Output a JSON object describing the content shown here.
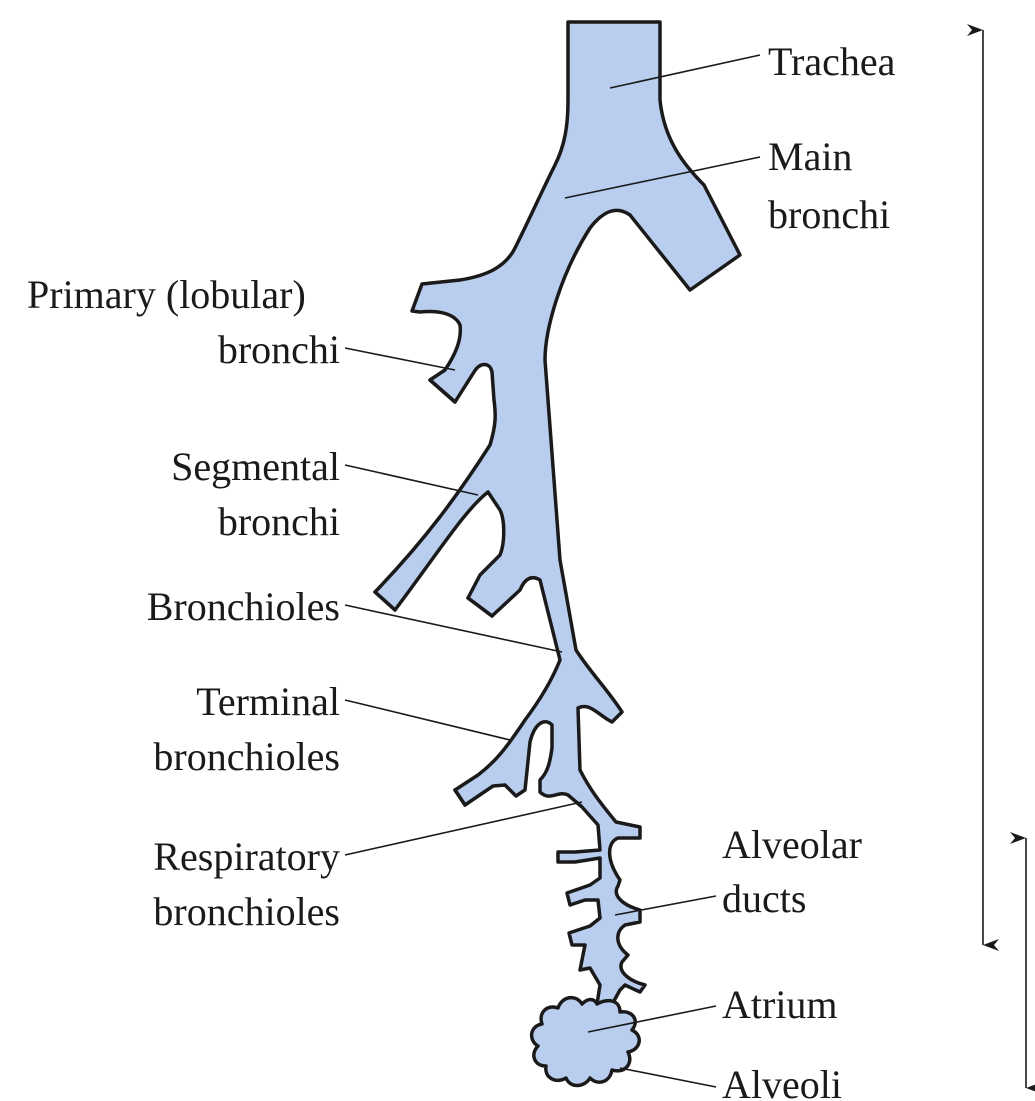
{
  "labels": {
    "trachea": "Trachea",
    "main_bronchi": [
      "Main",
      "bronchi"
    ],
    "primary_bronchi": [
      "Primary (lobular)",
      "bronchi"
    ],
    "segmental_bronchi": [
      "Segmental",
      "bronchi"
    ],
    "bronchioles": "Bronchioles",
    "terminal_bronchioles": [
      "Terminal",
      "bronchioles"
    ],
    "respiratory_bronchioles": [
      "Respiratory",
      "bronchioles"
    ],
    "alveolar_ducts": [
      "Alveolar",
      "ducts"
    ],
    "atrium": "Atrium",
    "alveoli": "Alveoli"
  },
  "colors": {
    "airway_fill": "#b9cdee",
    "outline": "#1a1a1a",
    "background": "#ffffff"
  }
}
